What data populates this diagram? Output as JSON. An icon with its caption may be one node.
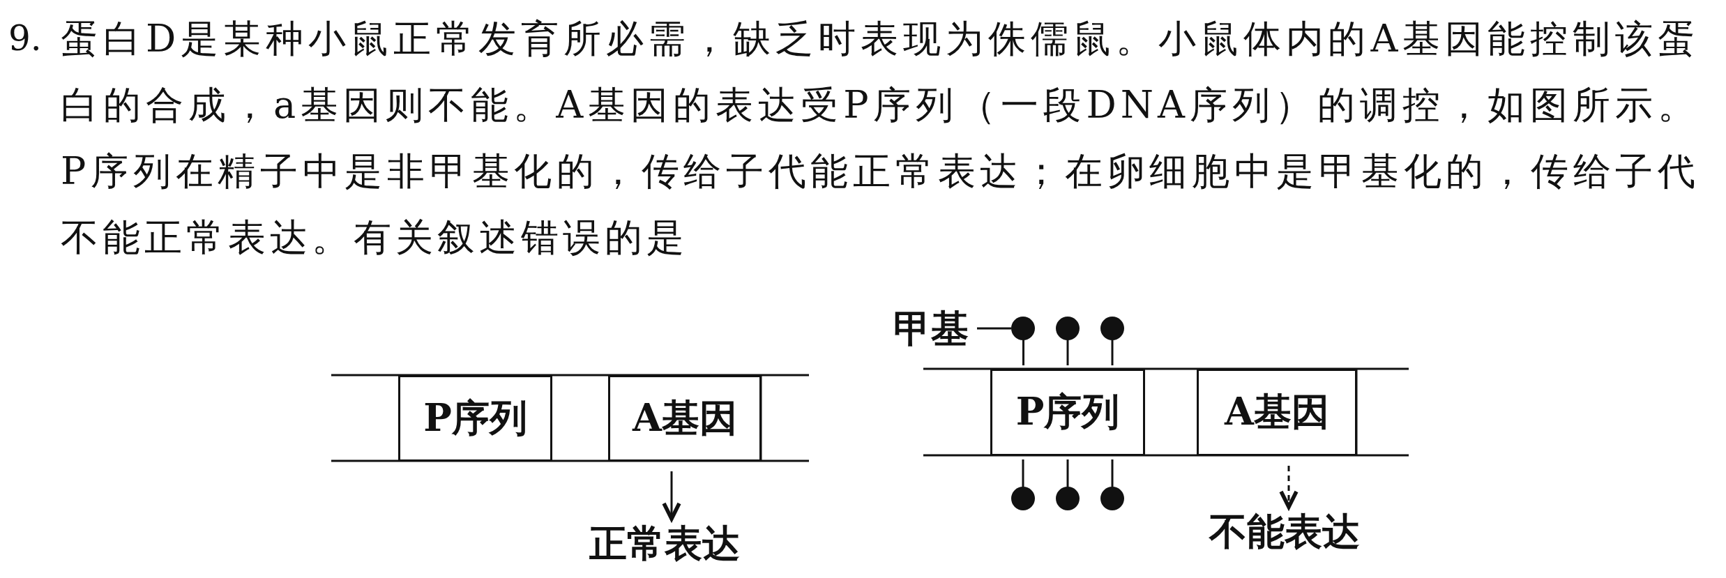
{
  "diagram": {
    "nodes": [
      {
        "text": [
          "P序列"
        ]
      },
      {
        "text": [
          "A基因"
        ]
      },
      {
        "text": [
          "正常表达"
        ]
      },
      {
        "text": [
          "P序列"
        ]
      },
      {
        "text": [
          "A基因"
        ]
      },
      {
        "text": [
          "不能表达"
        ]
      },
      {
        "text": [
          "甲基"
        ]
      },
      {
        "text": [],
        "shape": "circle"
      }
    ],
    "edges": [
      {
        "from": 1,
        "to": 2,
        "arrow": "to"
      },
      {
        "from": 4,
        "to": 5,
        "arrow": "to",
        "style": "dashed"
      },
      {
        "from": 6,
        "to": 7,
        "arrow": "none"
      }
    ],
    "labels": [
      "9.",
      "蛋白D是某种小鼠正常发育所必需，缺乏时表现为侏儒鼠。小鼠体内的A基因能控制该蛋白的合成，a基因则不能。A基因的表达受P序列（一段DNA序列）的调控，如图所示。P序列在精子中是非甲基化的，传给子代能正常表达；在卵细胞中是甲基化的，传给子代不能正常表达。有关叙述错误的是"
    ]
  }
}
